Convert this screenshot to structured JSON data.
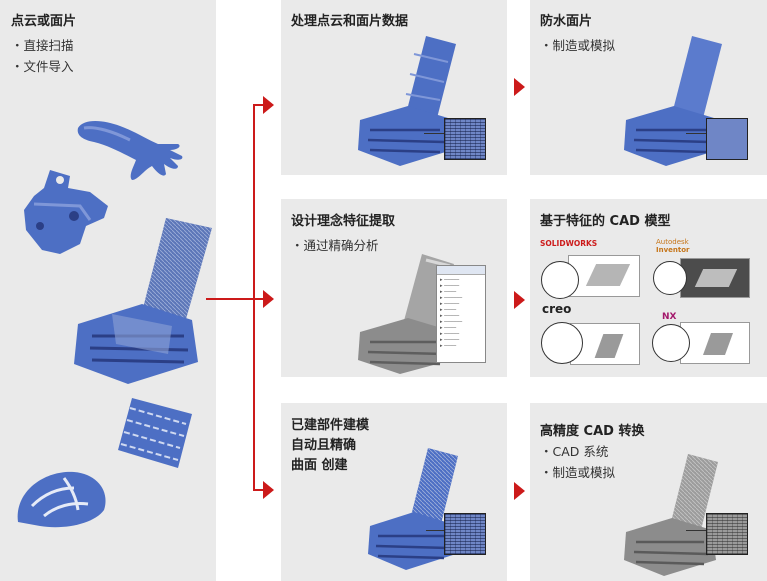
{
  "colors": {
    "accent": "#cc1a1a",
    "panel_bg": "#eaeaea",
    "model_blue": "#4d6fc4",
    "model_grey": "#8c8c8c"
  },
  "left": {
    "title": "点云或面片",
    "bullets": [
      "・直接扫描",
      "・文件导入"
    ]
  },
  "steps": [
    {
      "title": "处理点云和面片数据",
      "bullets": []
    },
    {
      "title": "防水面片",
      "bullets": [
        "・制造或模拟"
      ]
    },
    {
      "title": "设计理念特征提取",
      "bullets": [
        "・通过精确分析"
      ]
    },
    {
      "title": "基于特征的 CAD 模型",
      "bullets": []
    },
    {
      "title": "已建部件建模\n自动且精确\n曲面 创建",
      "bullets": []
    },
    {
      "title": "高精度 CAD 转换",
      "bullets": [
        "・CAD 系统",
        "・制造或模拟"
      ]
    }
  ],
  "cad_logos": {
    "solidworks": "SOLIDWORKS",
    "inventor_1": "Autodesk",
    "inventor_2": "Inventor",
    "creo": "creo",
    "nx": "NX"
  },
  "icons": {
    "arrow": "red-right-arrow-icon",
    "hand": "hand-scan-icon",
    "bracket": "bracket-part-icon",
    "blade": "turbine-blade-icon",
    "tire": "tire-tread-icon",
    "helmet": "helmet-icon"
  }
}
